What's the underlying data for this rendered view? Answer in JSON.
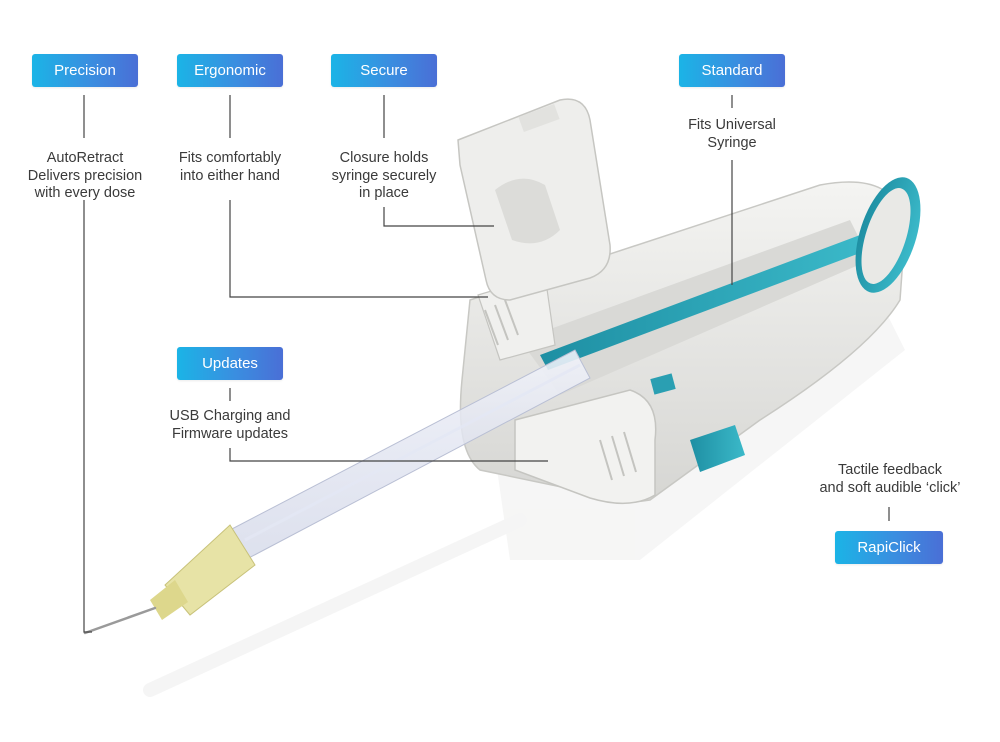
{
  "callouts": [
    {
      "key": "precision",
      "tag": "Precision",
      "desc": "AutoRetract\nDelivers precision\nwith every dose"
    },
    {
      "key": "ergonomic",
      "tag": "Ergonomic",
      "desc": "Fits comfortably\ninto either hand"
    },
    {
      "key": "secure",
      "tag": "Secure",
      "desc": "Closure holds\nsyringe securely\nin place"
    },
    {
      "key": "standard",
      "tag": "Standard",
      "desc": "Fits Universal\nSyringe"
    },
    {
      "key": "updates",
      "tag": "Updates",
      "desc": "USB Charging and\nFirmware updates"
    },
    {
      "key": "rapiclick",
      "tag": "RapiClick",
      "desc": "Tactile feedback\nand soft audible ‘click’"
    }
  ],
  "colors": {
    "tag_gradient_start": "#1bb4e6",
    "tag_gradient_end": "#4a6fd6",
    "device_accent": "#2aa6b8",
    "device_body": "#ececea"
  }
}
